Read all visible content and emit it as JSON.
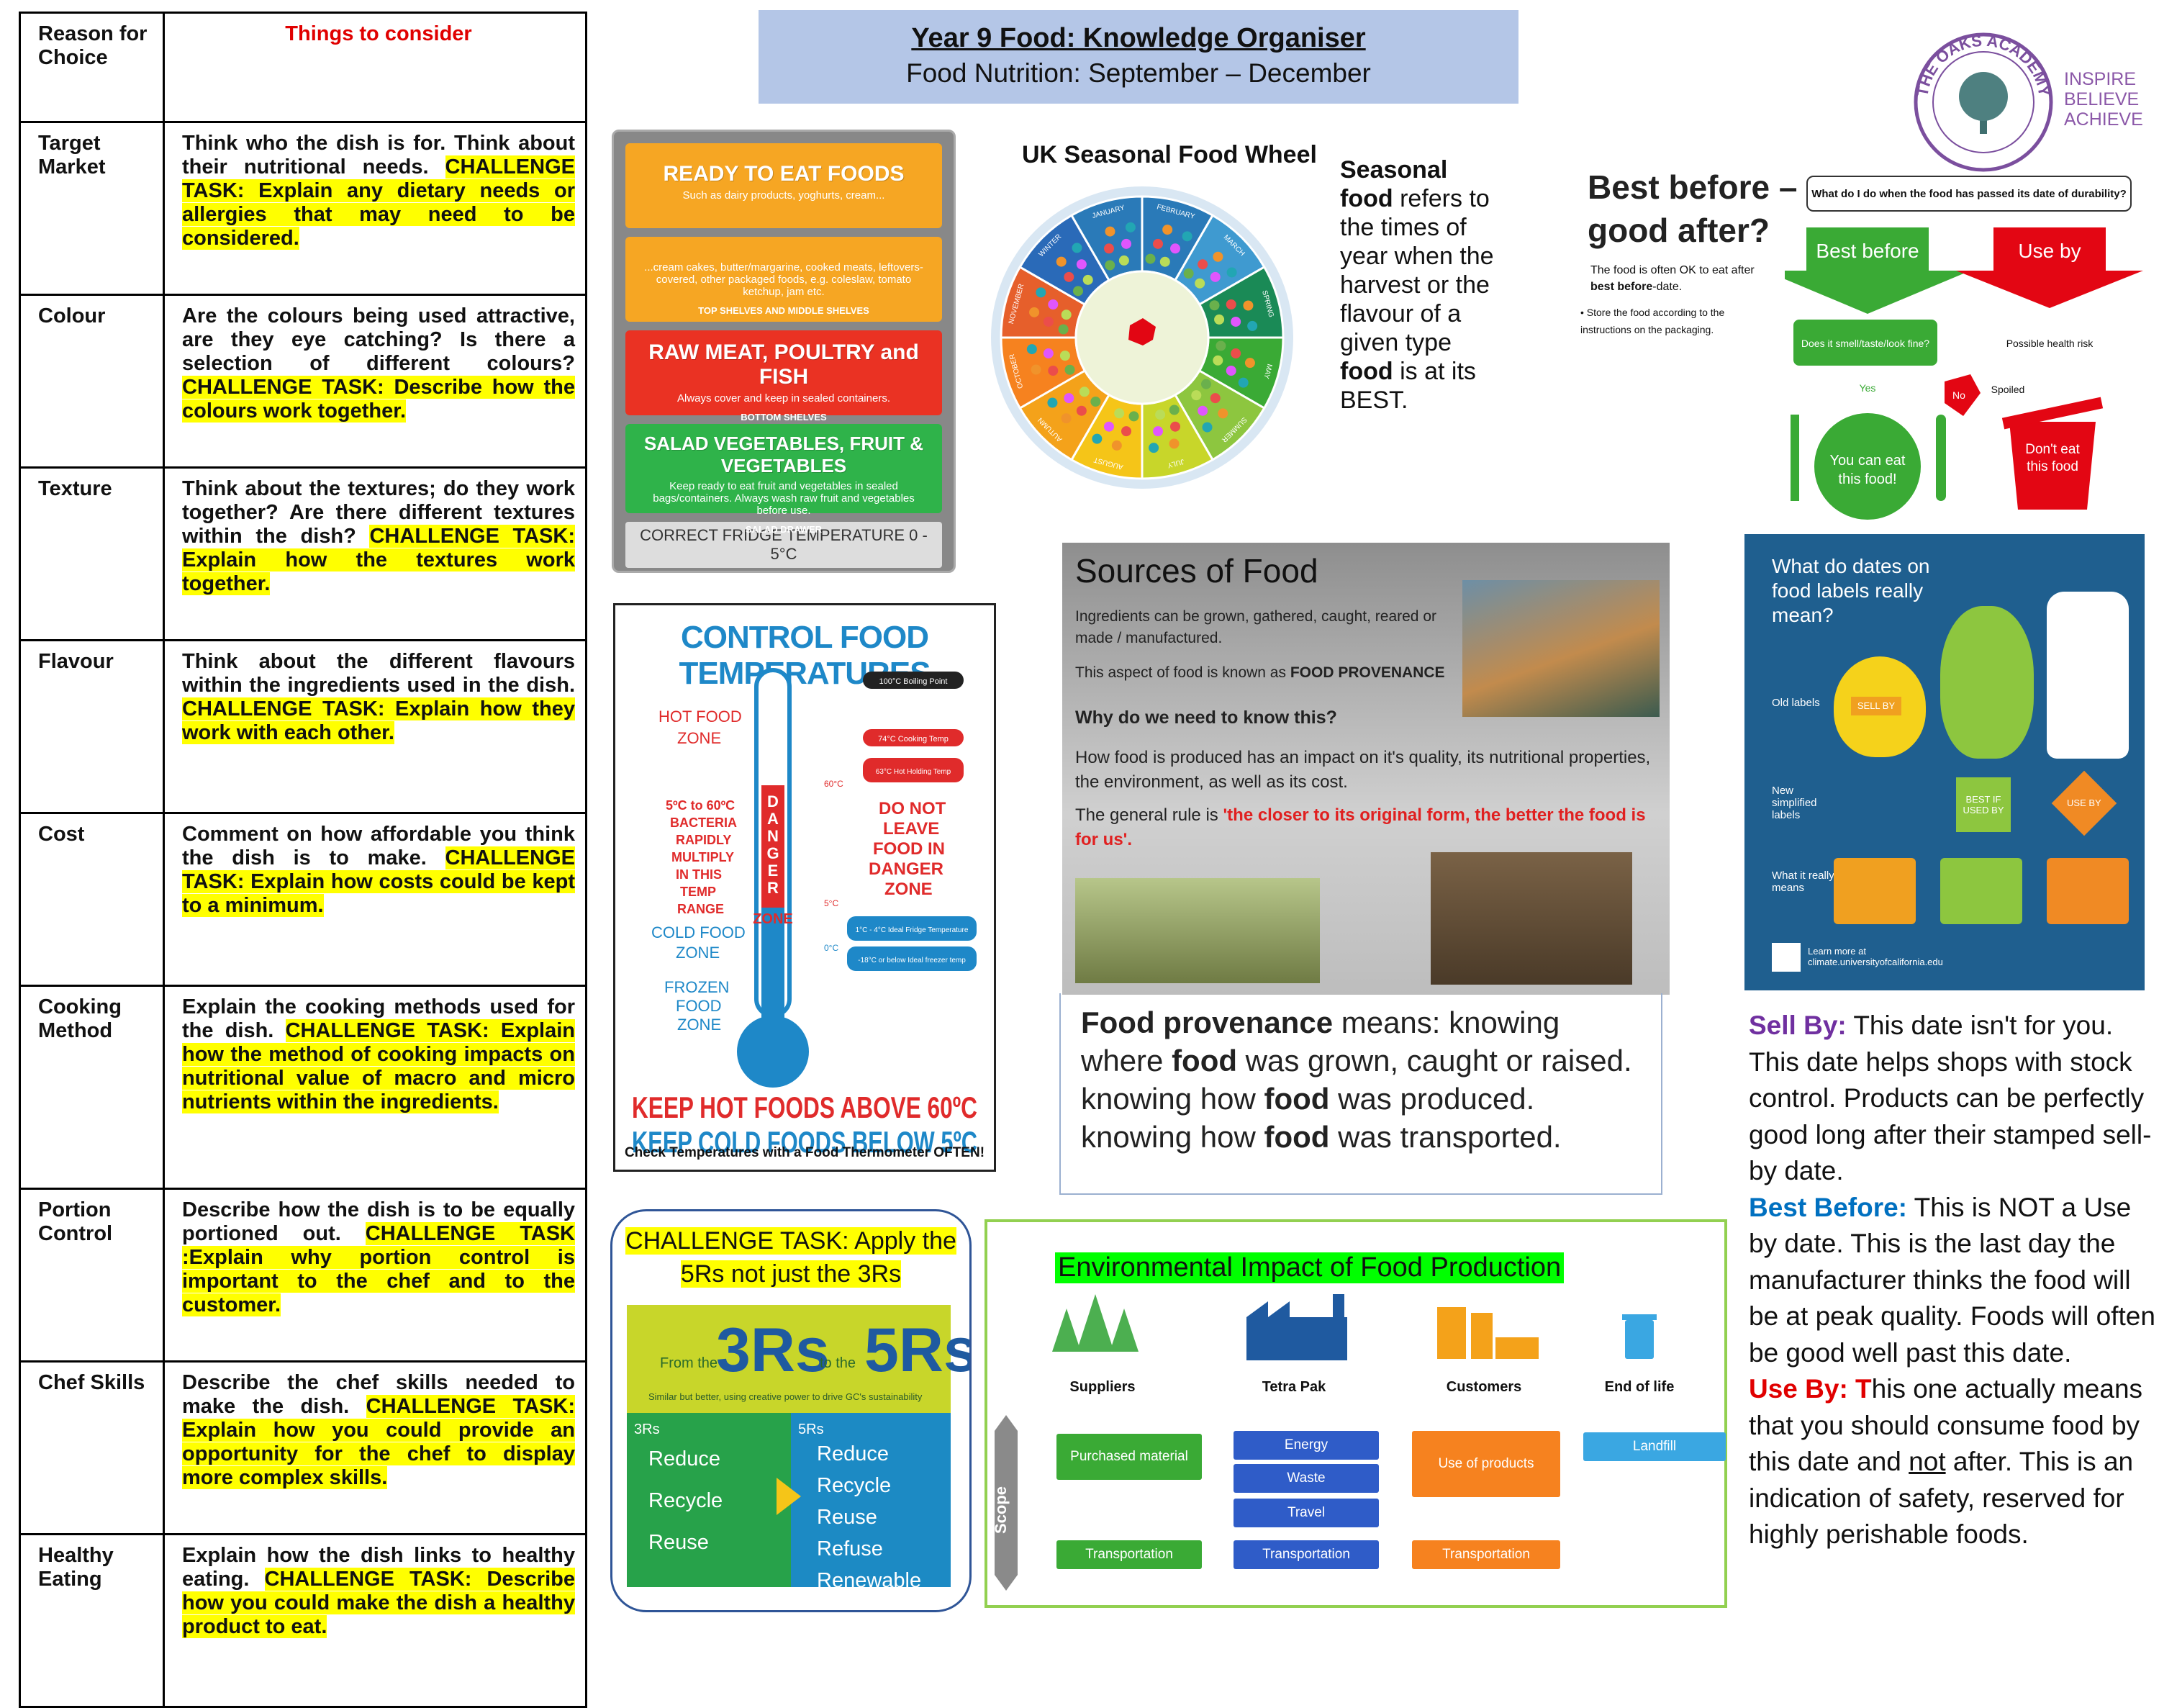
{
  "title": {
    "line1": "Year 9 Food: Knowledge Organiser",
    "line2": "Food Nutrition: September – December"
  },
  "criteria": {
    "header_left": "Reason for Choice",
    "header_right": "Things to consider",
    "rows": [
      {
        "name": "Target Market",
        "text": "Think who the dish is for. Think about their nutritional needs.",
        "challenge": "CHALLENGE TASK: Explain any dietary needs or allergies that may need to be considered."
      },
      {
        "name": "Colour",
        "text": "Are the colours being used attractive, are they eye catching? Is there a selection of different colours?",
        "challenge": "CHALLENGE TASK: Describe how the colours work together."
      },
      {
        "name": "Texture",
        "text": "Think about the textures; do they work together? Are there different textures within the dish?",
        "challenge": "CHALLENGE TASK: Explain how the textures work together."
      },
      {
        "name": "Flavour",
        "text": "Think about the different flavours within the ingredients used in the dish.",
        "challenge": "CHALLENGE TASK: Explain how they work with each other."
      },
      {
        "name": "Cost",
        "text": "Comment on how affordable you think the dish is to make.",
        "challenge": "CHALLENGE TASK: Explain how costs could be kept to a minimum."
      },
      {
        "name": "Cooking Method",
        "text": "Explain the cooking methods used for the dish.",
        "challenge": "CHALLENGE TASK: Explain how the method of cooking impacts on nutritional value of macro and micro nutrients within the ingredients."
      },
      {
        "name": "Portion Control",
        "text": "Describe how the dish is to be equally portioned out.",
        "challenge": "CHALLENGE TASK :Explain why portion control is important to the chef and to the customer."
      },
      {
        "name": "Chef Skills",
        "text": "Describe the chef skills needed to make the dish.",
        "challenge": "CHALLENGE TASK: Explain how you could provide an opportunity for the chef to display more complex skills."
      },
      {
        "name": "Healthy Eating",
        "text": "Explain how the dish links to healthy eating.",
        "challenge": "CHALLENGE TASK: Describe how you could make the dish a healthy product to eat."
      }
    ]
  },
  "fridge": {
    "shelves": [
      {
        "name": "READY TO EAT FOODS",
        "sub": "Such as dairy products, yoghurts, cream...",
        "under": "",
        "color": "#f6a623"
      },
      {
        "name": "",
        "sub": "...cream cakes, butter/margarine, cooked meats, leftovers-covered, other packaged foods, e.g. coleslaw, tomato ketchup, jam etc.",
        "under": "TOP SHELVES AND MIDDLE SHELVES",
        "color": "#f6a623"
      },
      {
        "name": "RAW MEAT, POULTRY and FISH",
        "sub": "Always cover and keep in sealed containers.",
        "under": "BOTTOM SHELVES",
        "color": "#ea3223"
      },
      {
        "name": "SALAD VEGETABLES, FRUIT & VEGETABLES",
        "sub": "Keep ready to eat fruit and vegetables in sealed bags/containers. Always wash raw fruit and vegetables before use.",
        "under": "SALAD DRAWER",
        "color": "#2fb34a"
      }
    ],
    "temperature": "CORRECT FRIDGE TEMPERATURE  0 - 5°C"
  },
  "seasonal": {
    "wheel_title": "UK Seasonal Food Wheel",
    "text_parts": [
      "Seasonal",
      " food",
      " refers to the times of year when the harvest or the flavour of a given type ",
      "food",
      " is at its BEST."
    ],
    "months": [
      "FEBRUARY",
      "MARCH",
      "SPRING",
      "MAY",
      "SUMMER",
      "JULY",
      "AUGUST",
      "AUTUMN",
      "OCTOBER",
      "NOVEMBER",
      "WINTER",
      "JANUARY"
    ]
  },
  "best_before": {
    "heading_line1": "Best before –",
    "heading_line2": "good after?",
    "question": "What do I do when the food has passed its date of durability?",
    "note_prefix": "The food is often OK to eat after ",
    "note_bold": "best before",
    "note_suffix": "-date.",
    "bullet": "Store the food according to the instructions on the packaging.",
    "best_before_label": "Best before",
    "use_by_label": "Use by",
    "smell_check": "Does it smell/taste/look fine?",
    "health_risk": "Possible health risk",
    "yes": "Yes",
    "no": "No",
    "spoiled": "Spoiled",
    "can_eat": "You can eat this food!",
    "dont_eat": "Don't eat this food",
    "green": "#3aaa35",
    "red": "#e30613"
  },
  "academy": {
    "logo_text": "THE OAKS ACADEMY",
    "motto": [
      "INSPIRE",
      "BELIEVE",
      "ACHIEVE"
    ]
  },
  "temperatures": {
    "title": "CONTROL FOOD TEMPERATURES",
    "boiling": "100°C  Boiling Point",
    "cooking": "74°C  Cooking Temp",
    "holding": "63°C  Hot Holding Temp",
    "sixty": "60°C",
    "five": "5°C",
    "zero": "0°C",
    "fridge": "1°C - 4°C  Ideal Fridge Temperature",
    "freezer": "-18°C or below  Ideal freezer temp",
    "hot_zone": "HOT FOOD ZONE",
    "bacteria": "5°C to 60°C BACTERIA RAPIDLY MULTIPLY IN THIS TEMP RANGE",
    "danger_letters": [
      "D",
      "A",
      "N",
      "G",
      "E",
      "R"
    ],
    "zone": "ZONE",
    "do_not_leave": "DO NOT LEAVE FOOD IN DANGER ZONE",
    "cold_zone": "COLD FOOD ZONE",
    "frozen_zone": "FROZEN FOOD ZONE",
    "keep_hot": "KEEP HOT FOODS ABOVE 60ºC",
    "keep_cold": "KEEP COLD FOODS BELOW 5ºC",
    "check": "Check Temperatures with a Food Thermometer OFTEN!"
  },
  "sources": {
    "heading": "Sources of Food",
    "p1": "Ingredients can be grown, gathered, caught, reared or made / manufactured.",
    "p2_prefix": "This aspect of food is known as ",
    "p2_bold": "FOOD PROVENANCE",
    "why": "Why do we need to know this?",
    "how": "How food is produced has an impact on it's quality,  its nutritional properties,  the environment, as well as its cost.",
    "rule_prefix": "The general rule is ",
    "rule_red": "'the closer to its original form, the better the food is for us'."
  },
  "provenance": {
    "b1": "Food provenance",
    "t1": " means: knowing where ",
    "b2": "food",
    "t2": " was grown, caught or raised. knowing how ",
    "b3": "food",
    "t3": " was produced. knowing how ",
    "b4": "food",
    "t4": " was transported."
  },
  "dates_infographic": {
    "heading": "What do dates on food labels really mean?",
    "old": "Old labels",
    "new": "New simplified labels",
    "means": "What it really means",
    "sell_by": "SELL BY",
    "best_if_used": "BEST IF USED BY",
    "use_by": "USE BY",
    "credit": "Learn more at climate.universityofcalifornia.edu"
  },
  "dates_text": {
    "sell_label": "Sell By:",
    "sell_body": " This date isn't for you. This date helps shops with stock control. Products can be perfectly good long after their stamped sell-by date.",
    "best_label": "Best Before:",
    "best_body": " This is NOT a Use by date. This is the last day the manufacturer thinks the food will be at peak quality. Foods will often be good well past this date.",
    "use_label": "Use By: T",
    "use_body1": "his one actually means that you should consume food by this date and ",
    "use_not": "not",
    "use_body2": " after. This is an indication of safety, reserved for highly perishable foods."
  },
  "challenge_5rs": {
    "text": "CHALLENGE TASK: Apply the 5Rs not just the 3Rs",
    "from": "From the",
    "threers": "3Rs",
    "to": "to the",
    "fivers": "5Rs",
    "tagline": "Similar but better, using creative power to drive GC's sustainability",
    "left_head": "3Rs",
    "left": [
      "Reduce",
      "Recycle",
      "Reuse"
    ],
    "right_head": "5Rs",
    "right": [
      "Reduce",
      "Recycle",
      "Reuse",
      "Refuse",
      "Renewable"
    ]
  },
  "environment": {
    "title": "Environmental Impact of Food Production",
    "columns": [
      "Suppliers",
      "Tetra Pak",
      "Customers",
      "End of life"
    ],
    "scope": "Scope",
    "boxes": {
      "purchased": "Purchased material",
      "energy": "Energy",
      "waste": "Waste",
      "travel": "Travel",
      "use": "Use of products",
      "landfill": "Landfill",
      "transport": "Transportation"
    }
  }
}
